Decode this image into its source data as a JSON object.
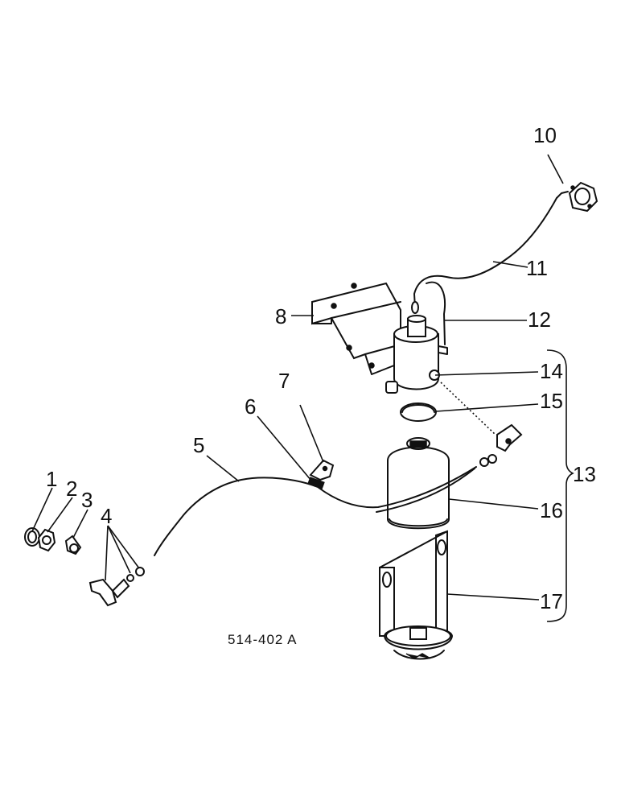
{
  "callouts": {
    "c1": "1",
    "c2": "2",
    "c3": "3",
    "c4": "4",
    "c5": "5",
    "c6": "6",
    "c7": "7",
    "c8": "8",
    "c10": "10",
    "c11": "11",
    "c12": "12",
    "c13": "13",
    "c14": "14",
    "c15": "15",
    "c16": "16",
    "c17": "17"
  },
  "drawing_number": "514-402 A"
}
